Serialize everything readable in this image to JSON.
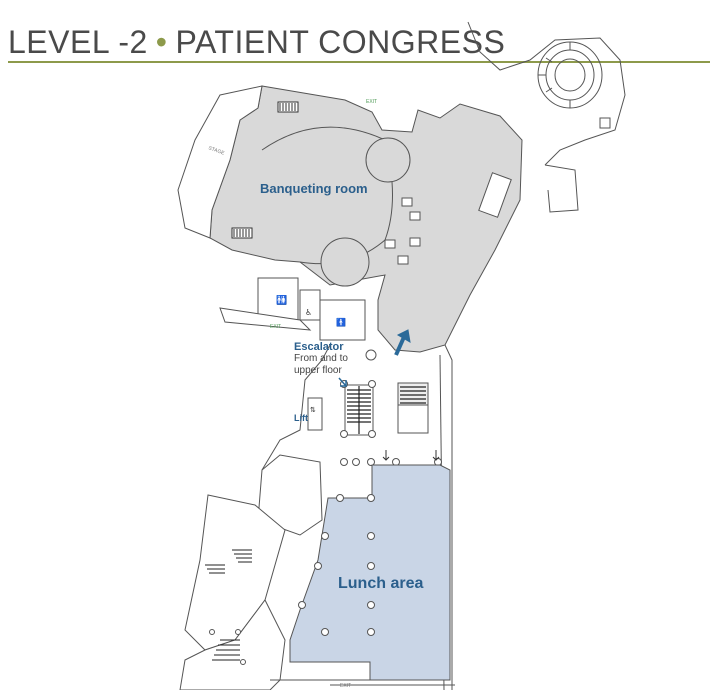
{
  "header": {
    "level": "LEVEL -2",
    "separator": "•",
    "congress": "PATIENT CONGRESS"
  },
  "rooms": {
    "banqueting": "Banqueting room",
    "lunch": "Lunch area",
    "stage": "STAGE"
  },
  "escalator": {
    "title": "Escalator",
    "line1": "From and to",
    "line2": "upper floor"
  },
  "lift": "Lift",
  "exits": {
    "top": "EXIT",
    "left": "EXIT",
    "bottom": "EXIT"
  },
  "colors": {
    "title_text": "#4a4a4a",
    "accent_olive": "#8d9a4b",
    "label_blue": "#2b5f8c",
    "banqueting_fill": "#d9d9d9",
    "lunch_fill": "#c9d5e6",
    "wall_stroke": "#555555",
    "exit_green": "#4d9a55"
  },
  "icons": [
    "escalator-arrow-icon",
    "lift-icon",
    "toilet-icon",
    "disabled-access-icon",
    "stairs-icon",
    "down-arrow-icon"
  ]
}
